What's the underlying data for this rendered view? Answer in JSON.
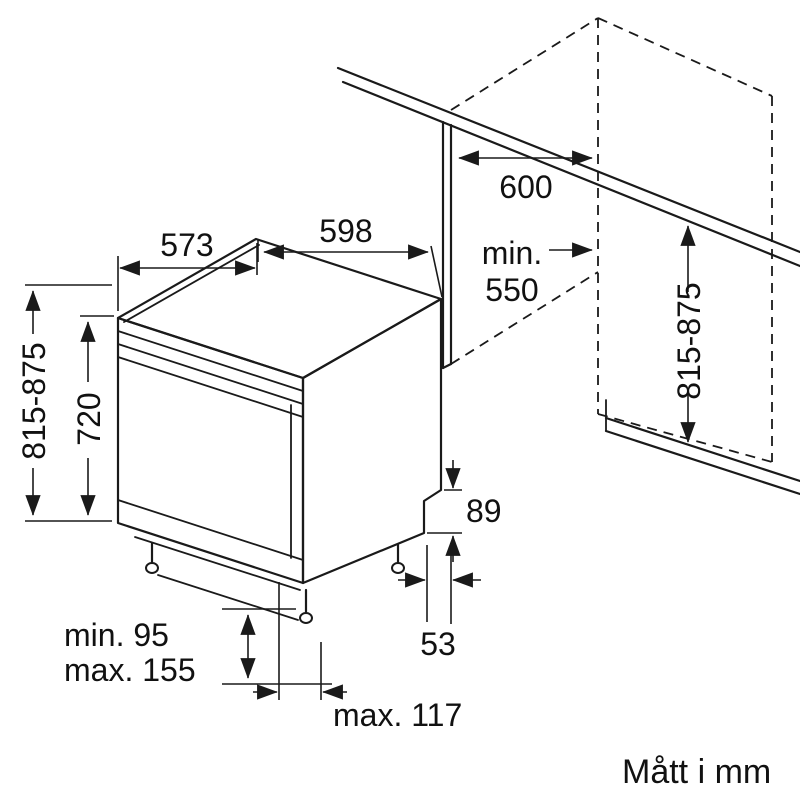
{
  "drawing": {
    "caption": "Mått i mm",
    "dims": {
      "d573": "573",
      "d598": "598",
      "d600": "600",
      "min_label": "min.",
      "d550": "550",
      "left_height": "815-875",
      "d720": "720",
      "right_height": "815-875",
      "d89": "89",
      "d53": "53",
      "min95": "min. 95",
      "max155": "max. 155",
      "max117": "max. 117"
    },
    "colors": {
      "line": "#1a1a1a",
      "background": "#ffffff"
    }
  }
}
